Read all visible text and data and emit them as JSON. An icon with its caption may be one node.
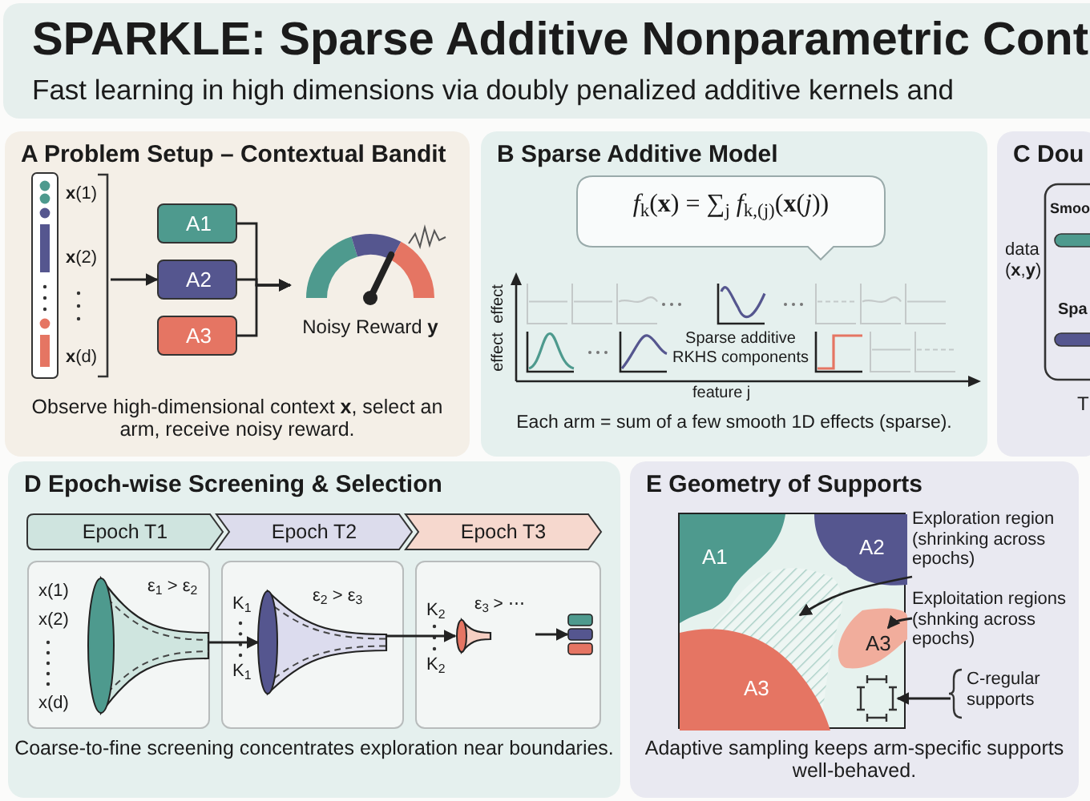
{
  "diagram": {
    "title": "SPARKLE: Sparse Additive Nonparametric Cont",
    "nodes": [
      {
        "text": [
          "A Problem Setup – Contextual Bandit",
          "Observe high-dimensional context **x**, select an arm, receive noisy reward."
        ]
      },
      {
        "text": [
          "**x**(1)",
          "**x**(2)",
          "**x**(d)"
        ],
        "in": 0
      },
      {
        "text": [
          "A1"
        ],
        "in": 0
      },
      {
        "text": [
          "A2"
        ],
        "in": 0
      },
      {
        "text": [
          "A3"
        ],
        "in": 0
      },
      {
        "text": [
          "Noisy Reward **y**"
        ],
        "in": 0
      },
      {
        "text": [
          "B Sparse Additive Model",
          "Each arm = sum of a few smooth 1D effects (sparse)."
        ]
      },
      {
        "text": [
          "*f*$_{k}$(**x**) = ∑$_{j}$ *f*$_{k,(j)}$(**x**(*j*))"
        ],
        "in": 6
      },
      {
        "text": [
          "C Dou"
        ]
      },
      {
        "text": [
          "D Epoch-wise Screening & Selection",
          "Coarse-to-fine screening concentrates exploration near boundaries."
        ]
      },
      {
        "text": [
          "Epoch T1"
        ],
        "in": 9
      },
      {
        "text": [
          "Epoch T2"
        ],
        "in": 9
      },
      {
        "text": [
          "Epoch T3"
        ],
        "in": 9
      },
      {
        "text": [
          "x(1)",
          "x(2)",
          "x(d)"
        ],
        "in": 9
      },
      {
        "text": [
          "ε$_{1}$ > ε$_{2}$"
        ],
        "in": 13
      },
      {
        "text": [
          "K$_{1}$",
          "K$_{1}$"
        ],
        "in": 9
      },
      {
        "text": [
          "ε$_{2}$ > ε$_{3}$"
        ],
        "in": 15
      },
      {
        "text": [
          "K$_{2}$",
          "K$_{2}$"
        ],
        "in": 9
      },
      {
        "text": [
          "ε$_{3}$ > ⋯"
        ],
        "in": 17
      },
      {
        "text": [],
        "shape": "bar",
        "in": 17
      },
      {
        "text": [
          "E Geometry of Supports",
          "Adaptive sampling keeps arm-specific supports well-behaved."
        ]
      },
      {
        "text": [],
        "shape": "box",
        "in": 20
      },
      {
        "text": [
          "A1"
        ],
        "in": 21
      },
      {
        "text": [
          "A2"
        ],
        "in": 21
      },
      {
        "text": [
          "A3"
        ],
        "in": 21
      },
      {
        "text": [
          "A3"
        ],
        "in": 21
      },
      {
        "text": [],
        "shape": "square",
        "in": 21
      },
      {
        "text": [
          "Exploration region (shrinking across epochs)"
        ],
        "in": 20
      },
      {
        "text": [
          "Exploitation regions (shnking across epochs)"
        ],
        "in": 20
      },
      {
        "text": [
          "C-regular supports"
        ],
        "in": 20
      }
    ],
    "edges": [
      {
        "from": 1,
        "to": 3,
        "arrow": "to"
      },
      {
        "from": 2,
        "to": 5,
        "arrow": "to"
      },
      {
        "from": 3,
        "to": 5,
        "arrow": "to"
      },
      {
        "from": 4,
        "to": 5,
        "arrow": "to"
      },
      {
        "from": 14,
        "to": 16,
        "arrow": "to"
      },
      {
        "from": 16,
        "to": 18,
        "arrow": "to"
      },
      {
        "from": 18,
        "to": 19,
        "arrow": "to"
      },
      {
        "from": 27,
        "to": null,
        "arrow": "to"
      },
      {
        "from": 28,
        "to": 24,
        "arrow": "to"
      },
      {
        "from": 29,
        "to": 26,
        "arrow": "to"
      }
    ],
    "labels": [
      "Fast learning in high dimensions via doubly penalized additive kernels and",
      "effect",
      "effect",
      "Sparse additive RKHS components",
      "feature j",
      "Smoo",
      "data (**x**,**y**)",
      "Spa",
      "T"
    ]
  }
}
